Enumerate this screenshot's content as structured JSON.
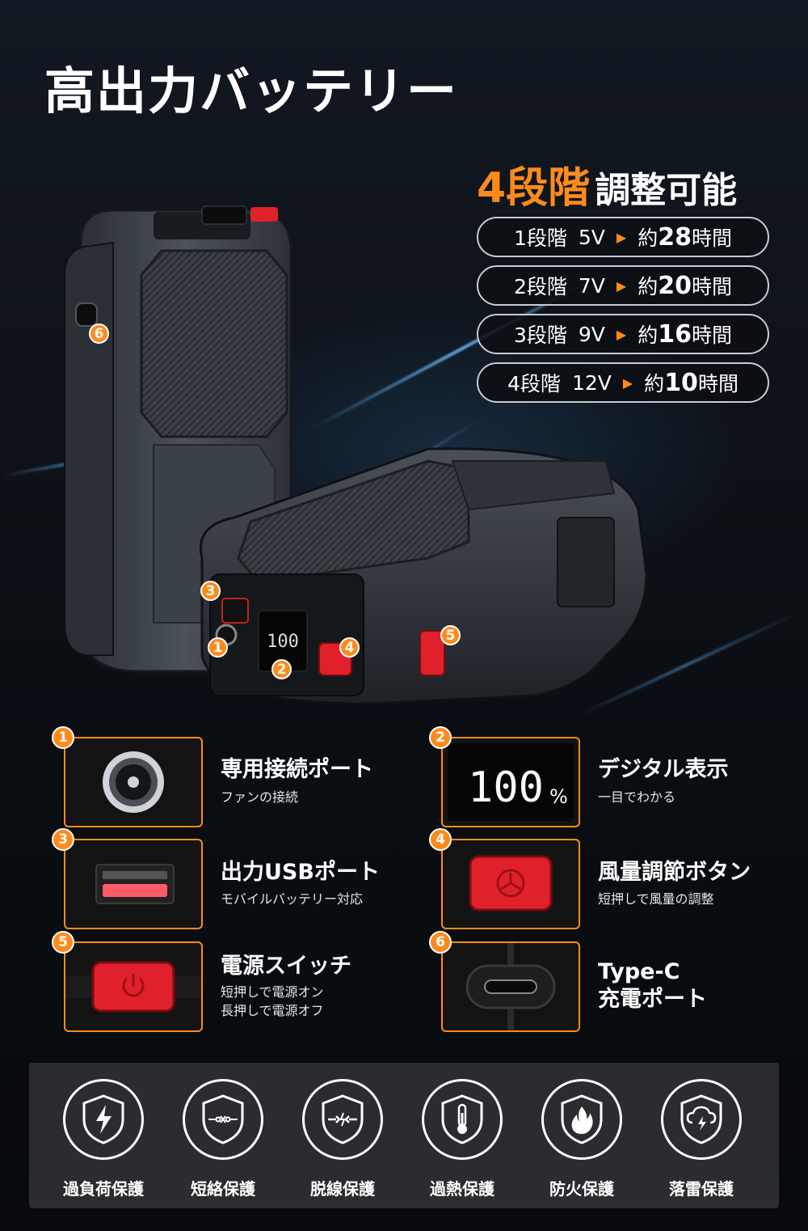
{
  "title": "高出力バッテリー",
  "adjust": {
    "big": "4段階",
    "rest": "調整可能"
  },
  "levels": [
    {
      "step": "1段階",
      "volt": "5V",
      "pre": "約",
      "hours": "28",
      "unit": "時間"
    },
    {
      "step": "2段階",
      "volt": "7V",
      "pre": "約",
      "hours": "20",
      "unit": "時間"
    },
    {
      "step": "3段階",
      "volt": "9V",
      "pre": "約",
      "hours": "16",
      "unit": "時間"
    },
    {
      "step": "4段階",
      "volt": "12V",
      "pre": "約",
      "hours": "10",
      "unit": "時間"
    }
  ],
  "markers": [
    "1",
    "2",
    "3",
    "4",
    "5",
    "6"
  ],
  "device": {
    "display_text": "100"
  },
  "features": [
    {
      "num": "1",
      "title": "専用接続ポート",
      "sub": "ファンの接続",
      "sub2": ""
    },
    {
      "num": "2",
      "title": "デジタル表示",
      "sub": "一目でわかる",
      "sub2": "",
      "display": "100",
      "pct": "%"
    },
    {
      "num": "3",
      "title": "出力USBポート",
      "sub": "モバイルバッテリー対応",
      "sub2": ""
    },
    {
      "num": "4",
      "title": "風量調節ボタン",
      "sub": "短押しで風量の調整",
      "sub2": ""
    },
    {
      "num": "5",
      "title": "電源スイッチ",
      "sub": "短押しで電源オン",
      "sub2": "長押しで電源オフ"
    },
    {
      "num": "6",
      "title": "Type-C",
      "sub": "充電ポート",
      "sub2": ""
    }
  ],
  "protections": [
    {
      "label": "過負荷保護",
      "icon": "bolt-shield-icon"
    },
    {
      "label": "短絡保護",
      "icon": "short-circuit-shield-icon"
    },
    {
      "label": "脱線保護",
      "icon": "broken-wire-shield-icon"
    },
    {
      "label": "過熱保護",
      "icon": "thermometer-shield-icon"
    },
    {
      "label": "防火保護",
      "icon": "fire-shield-icon"
    },
    {
      "label": "落雷保護",
      "icon": "cloud-lightning-shield-icon"
    }
  ],
  "colors": {
    "accent": "#ff8a1c",
    "button_red": "#e0202a",
    "background": "#0a0e13",
    "panel": "#2b2c2f"
  }
}
